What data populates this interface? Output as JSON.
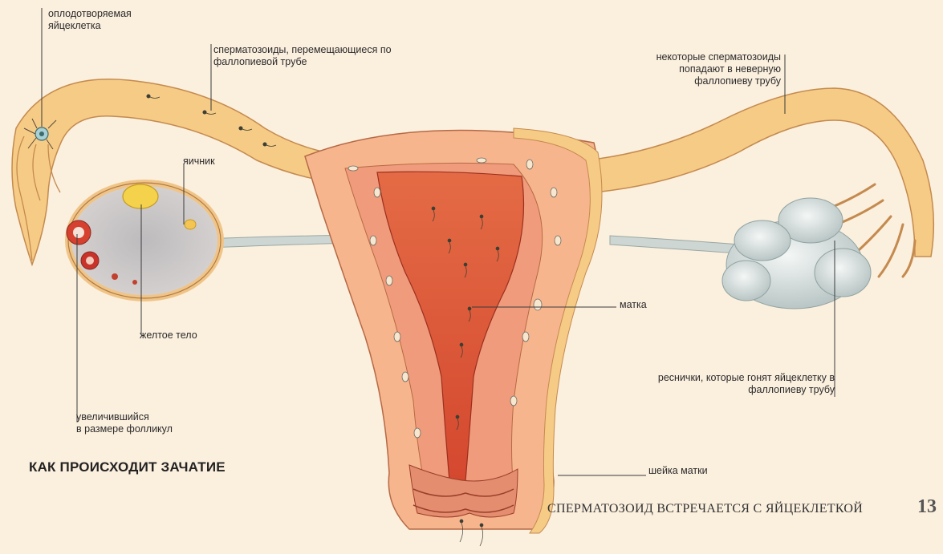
{
  "labels": {
    "fertilized_egg": [
      "оплодотворяемая",
      "яйцеклетка"
    ],
    "sperm_moving": [
      "сперматозоиды, перемещающиеся по",
      "фаллопиевой трубе"
    ],
    "wrong_tube": [
      "некоторые сперматозоиды",
      "попадают в неверную",
      "фаллопиеву трубу"
    ],
    "ovary": "яичник",
    "corpus_luteum": "желтое тело",
    "follicle": [
      "увеличившийся",
      "в размере фолликул"
    ],
    "uterus": "матка",
    "cilia": [
      "реснички, которые гонят яйцеклетку в",
      "фаллопиеву трубу"
    ],
    "cervix": "шейка матки"
  },
  "title": "КАК ПРОИСХОДИТ ЗАЧАТИЕ",
  "running_head": "СПЕРМАТОЗОИД ВСТРЕЧАЕТСЯ С ЯЙЦЕКЛЕТКОЙ",
  "page_number": "13",
  "colors": {
    "background": "#fbefde",
    "tube": "#f5c883",
    "uterus_wall": "#f4a07a",
    "cavity": "#d9543a",
    "ovary": "#c6c3c4",
    "fimbriae_cluster": "#dfe7e6"
  }
}
